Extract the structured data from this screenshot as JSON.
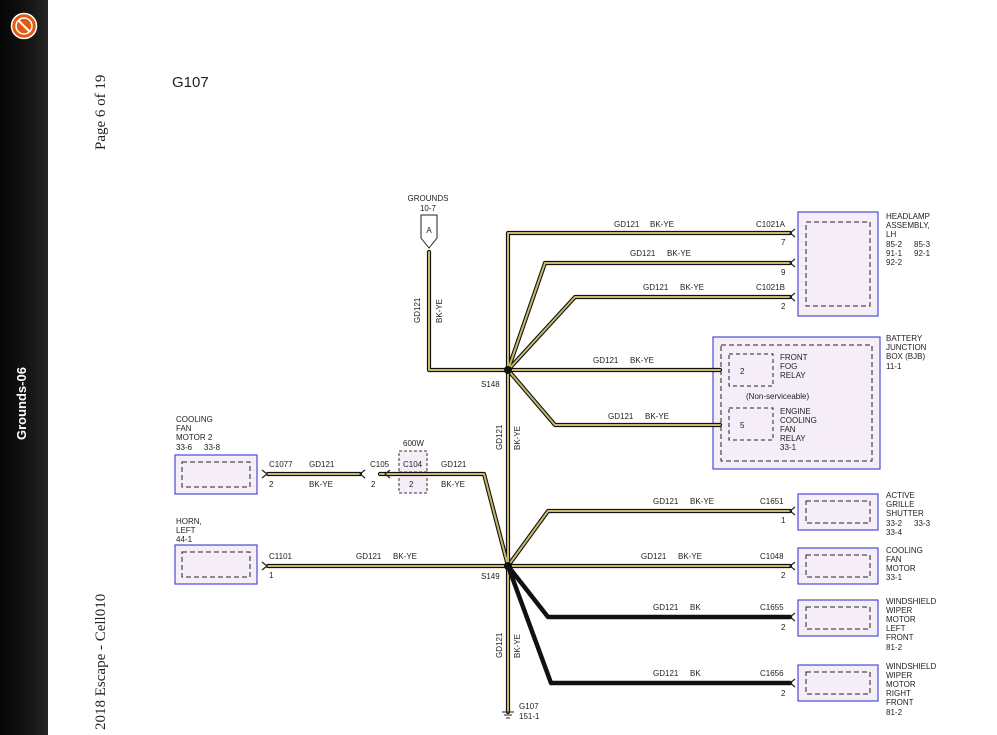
{
  "sidebar": {
    "section": "Grounds-06",
    "logo_icon": "ford-badge-icon"
  },
  "page": {
    "number": "Page 6 of 19",
    "footer": "2018 Escape - Cell010"
  },
  "diagram": {
    "title": "G107",
    "wire_color": "#c8b86a",
    "wire_dark": "#111111",
    "grounds": {
      "label": "GROUNDS",
      "ref": "10-7",
      "connector": "A",
      "circuit": "GD121",
      "color": "BK-YE"
    },
    "splices": {
      "upper": "S148",
      "lower": "S149"
    },
    "trunk": {
      "circuit": "GD121",
      "color": "BK-YE"
    },
    "lower_trunk": {
      "circuit": "GD121",
      "color": "BK-YE"
    },
    "ground_point": {
      "name": "G107",
      "ref": "151-1"
    },
    "headlamp": {
      "name_lines": [
        "HEADLAMP",
        "ASSEMBLY,",
        "LH"
      ],
      "refs": [
        "85-2",
        "85-3",
        "91-1",
        "92-1",
        "92-2"
      ],
      "wires": [
        {
          "circuit": "GD121",
          "color": "BK-YE",
          "connector": "C1021A",
          "pin": "7"
        },
        {
          "circuit": "GD121",
          "color": "BK-YE",
          "connector": "",
          "pin": "9"
        },
        {
          "circuit": "GD121",
          "color": "BK-YE",
          "connector": "C1021B",
          "pin": "2"
        }
      ]
    },
    "bjb": {
      "name_lines": [
        "BATTERY",
        "JUNCTION",
        "BOX (BJB)"
      ],
      "ref": "11-1",
      "fog_relay": {
        "pin": "2",
        "lines": [
          "FRONT",
          "FOG",
          "RELAY"
        ]
      },
      "note": "(Non-serviceable)",
      "fan_relay": {
        "pin": "5",
        "lines": [
          "ENGINE",
          "COOLING",
          "FAN",
          "RELAY",
          "33-1"
        ]
      },
      "wires": [
        {
          "circuit": "GD121",
          "color": "BK-YE"
        },
        {
          "circuit": "GD121",
          "color": "BK-YE"
        }
      ]
    },
    "fan2": {
      "name_lines": [
        "COOLING",
        "FAN",
        "MOTOR 2"
      ],
      "refs": [
        "33-6",
        "33-8"
      ],
      "connector": "C1077",
      "pin": "2",
      "circuit": "GD121",
      "color": "BK-YE",
      "inline_connector": "C105",
      "inline_pin": "2",
      "mid_connector": "C104",
      "mid_pin": "2",
      "mid_ref": "600W",
      "wire2_circuit": "GD121",
      "wire2_color": "BK-YE"
    },
    "horn": {
      "name_lines": [
        "HORN,",
        "LEFT"
      ],
      "ref": "44-1",
      "connector": "C1101",
      "pin": "1",
      "circuit": "GD121",
      "color": "BK-YE"
    },
    "right_components": [
      {
        "name_lines": [
          "ACTIVE",
          "GRILLE",
          "SHUTTER"
        ],
        "refs": [
          "33-2",
          "33-3",
          "33-4"
        ],
        "circuit": "GD121",
        "color": "BK-YE",
        "connector": "C1651",
        "pin": "1"
      },
      {
        "name_lines": [
          "COOLING",
          "FAN",
          "MOTOR"
        ],
        "refs": [
          "33-1"
        ],
        "circuit": "GD121",
        "color": "BK-YE",
        "connector": "C1048",
        "pin": "2"
      },
      {
        "name_lines": [
          "WINDSHIELD",
          "WIPER",
          "MOTOR",
          "LEFT",
          "FRONT"
        ],
        "refs": [
          "81-2"
        ],
        "circuit": "GD121",
        "color": "BK",
        "connector": "C1655",
        "pin": "2"
      },
      {
        "name_lines": [
          "WINDSHIELD",
          "WIPER",
          "MOTOR",
          "RIGHT",
          "FRONT"
        ],
        "refs": [
          "81-2"
        ],
        "circuit": "GD121",
        "color": "BK",
        "connector": "C1656",
        "pin": "2"
      }
    ]
  }
}
